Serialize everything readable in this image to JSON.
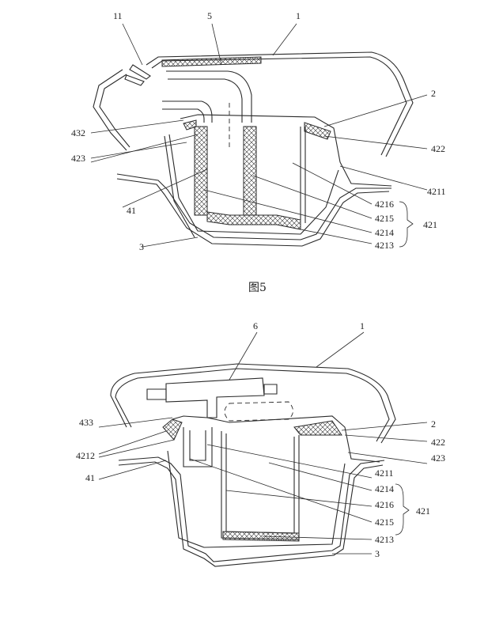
{
  "figure5": {
    "caption": "图5",
    "labels": {
      "l11": "11",
      "l5": "5",
      "l1": "1",
      "l2": "2",
      "l432": "432",
      "l423": "423",
      "l422": "422",
      "l4211": "4211",
      "l41": "41",
      "l4216": "4216",
      "l4215": "4215",
      "l4214": "4214",
      "l4213": "4213",
      "l421": "421",
      "l3": "3"
    }
  },
  "figure6": {
    "labels": {
      "l6": "6",
      "l1": "1",
      "l433": "433",
      "l2": "2",
      "l422": "422",
      "l4212": "4212",
      "l423": "423",
      "l41": "41",
      "l4211": "4211",
      "l4214": "4214",
      "l4216": "4216",
      "l421": "421",
      "l4215": "4215",
      "l4213": "4213",
      "l3": "3"
    }
  }
}
